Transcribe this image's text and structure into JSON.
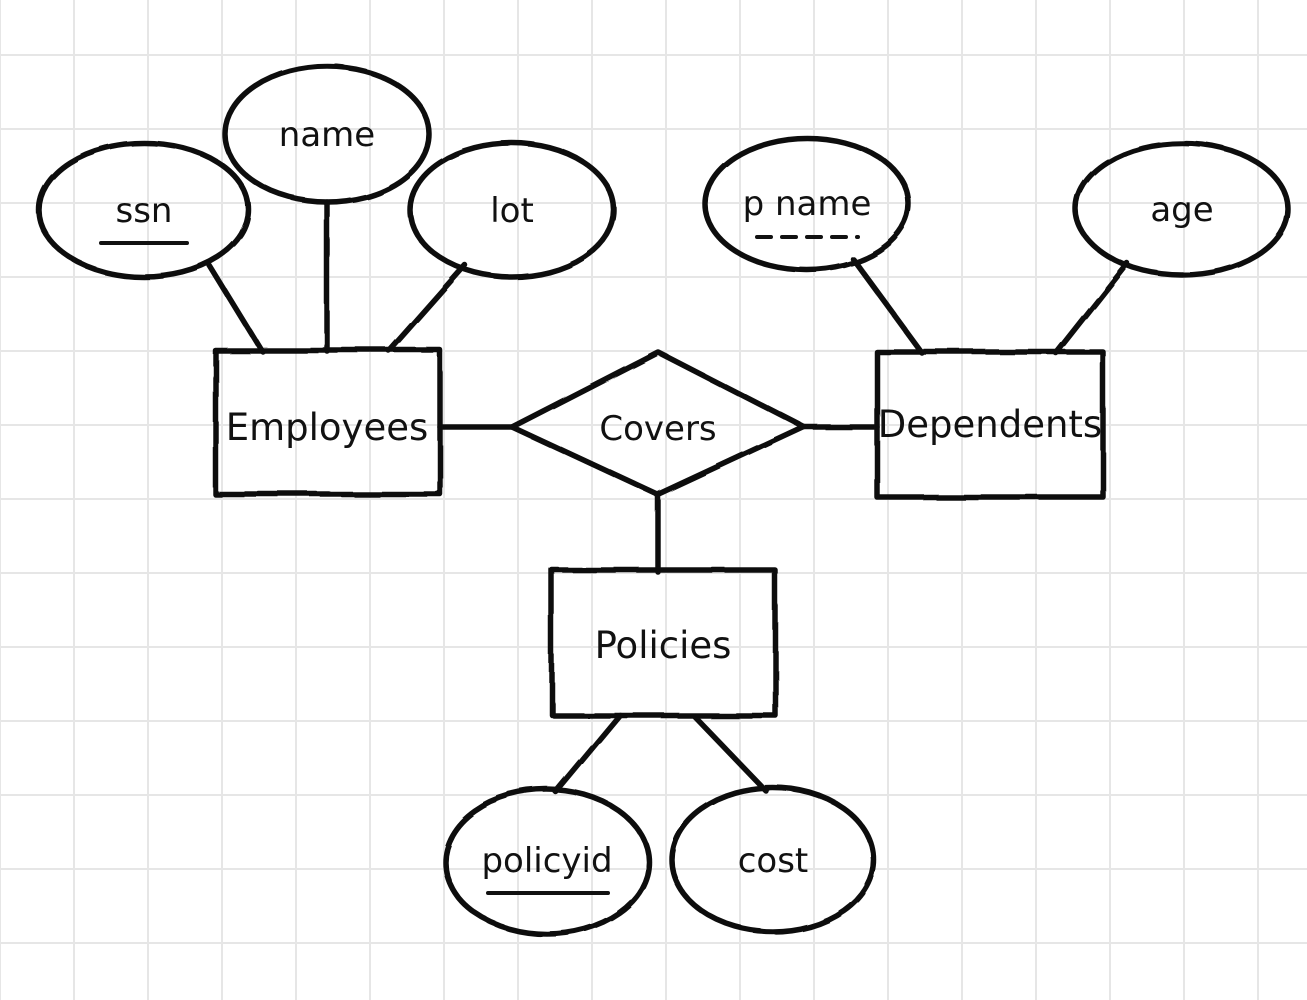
{
  "diagram_type": "hand-drawn entity-relationship diagram",
  "colors": {
    "background": "#ffffff",
    "grid_line": "#e6e6e6",
    "ink": "#111111"
  },
  "er": {
    "entities": [
      {
        "label": "Employees"
      },
      {
        "label": "Dependents"
      },
      {
        "label": "Policies"
      }
    ],
    "relationship": {
      "label": "Covers"
    },
    "attributes": {
      "ssn": {
        "label": "ssn",
        "key_style": "solid-underline"
      },
      "name": {
        "label": "name"
      },
      "lot": {
        "label": "lot"
      },
      "pname": {
        "label": "p name",
        "key_style": "dashed-underline"
      },
      "age": {
        "label": "age"
      },
      "policyid": {
        "label": "policyid",
        "key_style": "solid-underline"
      },
      "cost": {
        "label": "cost"
      }
    }
  }
}
